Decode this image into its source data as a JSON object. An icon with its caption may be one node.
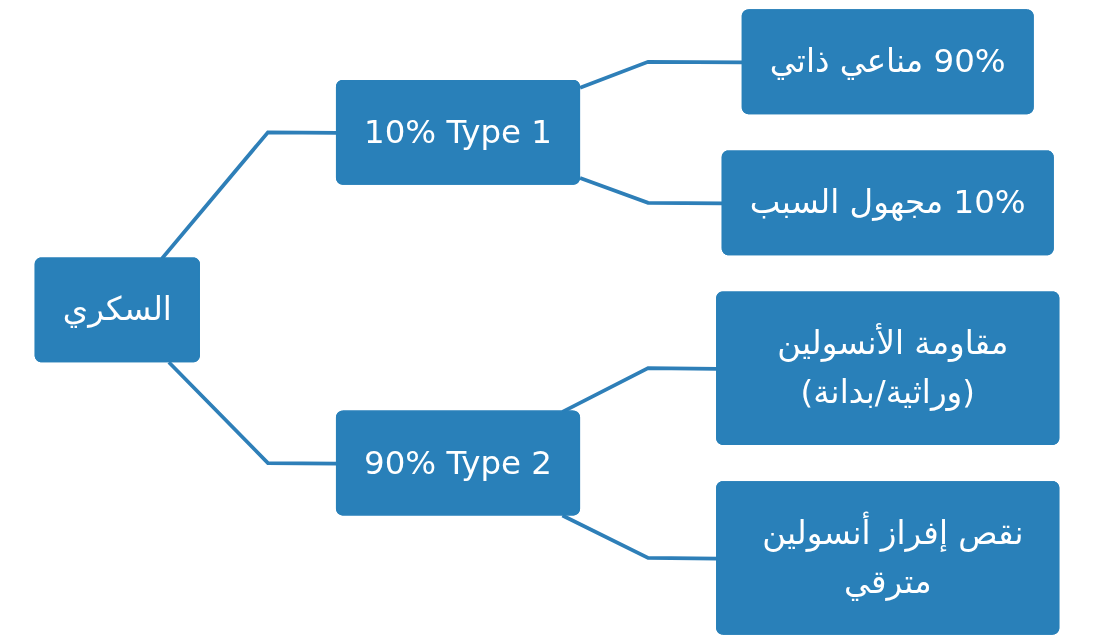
{
  "diagram": {
    "nodes": [
      {
        "text": [
          "90% مناعي ذاتي"
        ]
      },
      {
        "text": [
          "10% مجهول السبب"
        ]
      },
      {
        "text": [
          "مقاومة الأنسولين (وراثية/بدانة)"
        ]
      },
      {
        "text": [
          "نقص إفراز أنسولين مترقي"
        ]
      },
      {
        "text": [
          "10% Type 1"
        ]
      },
      {
        "text": [
          "90% Type 2"
        ]
      },
      {
        "text": [
          "السكري"
        ]
      }
    ],
    "edges": [
      {
        "from": 0,
        "to": 4,
        "arrow": "none"
      },
      {
        "from": 1,
        "to": 4,
        "arrow": "none"
      },
      {
        "from": 2,
        "to": 5,
        "arrow": "none"
      },
      {
        "from": 3,
        "to": 5,
        "arrow": "none"
      },
      {
        "from": 4,
        "to": 6,
        "arrow": "none"
      },
      {
        "from": 5,
        "to": 6,
        "arrow": "none"
      }
    ]
  }
}
